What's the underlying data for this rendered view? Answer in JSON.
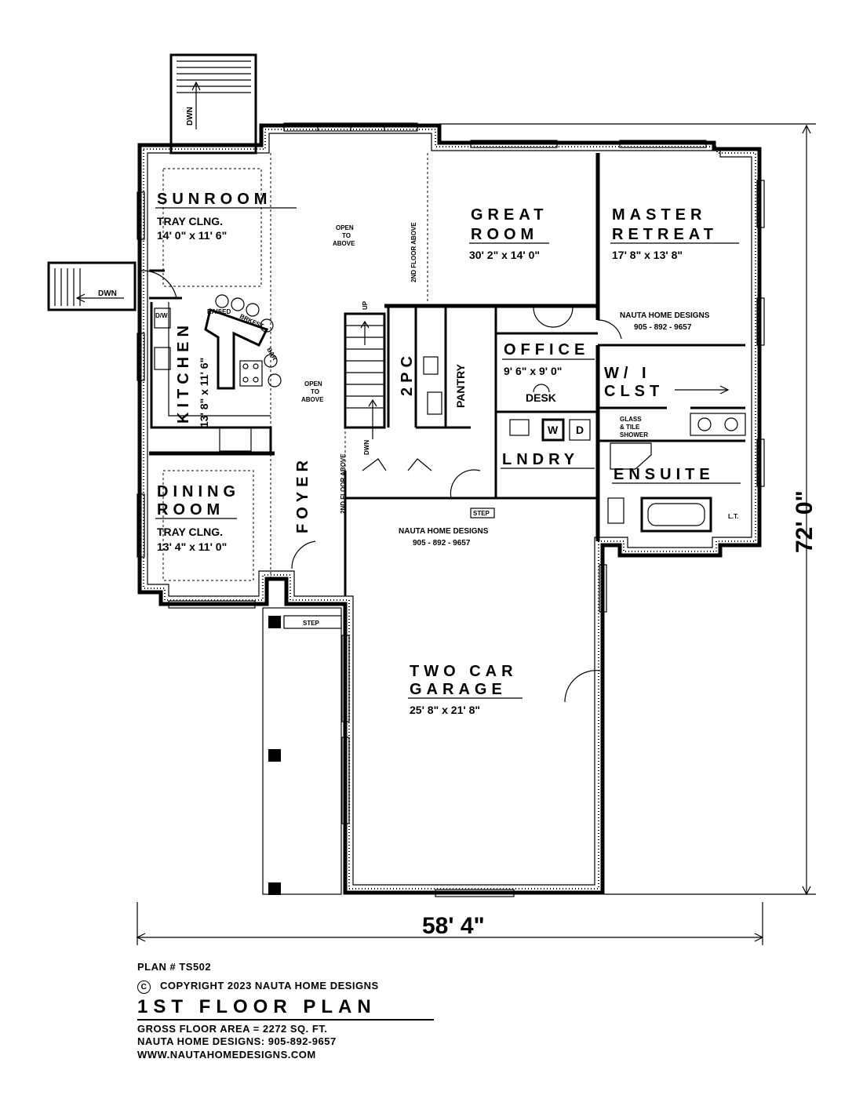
{
  "rooms": {
    "sunroom": {
      "name": "SUNROOM",
      "note": "TRAY CLNG.",
      "size": "14' 0\" x 11' 6\""
    },
    "great_room": {
      "name1": "GREAT",
      "name2": "ROOM",
      "size": "30' 2\" x 14' 0\""
    },
    "master": {
      "name1": "MASTER",
      "name2": "RETREAT",
      "size": "17' 8\" x 13' 8\""
    },
    "kitchen": {
      "name": "KITCHEN",
      "size": "13' 8\" x 11' 6\""
    },
    "office": {
      "name": "OFFICE",
      "size": "9' 6\" x 9' 0\"",
      "desk": "DESK"
    },
    "wic": {
      "name1": "W/ I",
      "name2": "CLST"
    },
    "two_pc": "2PC",
    "pantry": "PANTRY",
    "laundry": {
      "name": "LNDRY",
      "w": "W",
      "d": "D"
    },
    "ensuite": {
      "name": "ENSUITE",
      "shower1": "GLASS",
      "shower2": "& TILE",
      "shower3": "SHOWER",
      "lt": "L.T."
    },
    "dining": {
      "name1": "DINING",
      "name2": "ROOM",
      "note": "TRAY CLNG.",
      "size": "13' 4\" x 11' 0\""
    },
    "foyer": "FOYER",
    "garage": {
      "name1": "TWO CAR",
      "name2": "GARAGE",
      "size": "25' 8\" x 21' 8\""
    }
  },
  "labels": {
    "dwn": "DWN",
    "up": "UP",
    "open1": "OPEN",
    "open2": "TO",
    "open3": "ABOVE",
    "second_floor_above": "2ND FLOOR ABOVE",
    "raised": "RAISED",
    "brkfst": "BRKFST",
    "bar": "BAR",
    "dw": "D/W",
    "step": "STEP"
  },
  "watermark": {
    "company": "NAUTA HOME DESIGNS",
    "phone": "905 - 892 - 9657"
  },
  "dimensions": {
    "width": "58' 4\"",
    "height": "72' 0\""
  },
  "footer": {
    "plan_no": "PLAN # TS502",
    "copyright_symbol": "C",
    "copyright": "COPYRIGHT 2023 NAUTA HOME DESIGNS",
    "title": "1ST FLOOR PLAN",
    "gross_area": "GROSS  FLOOR AREA   =   2272   SQ. FT.",
    "contact": "NAUTA HOME DESIGNS:  905-892-9657",
    "website": "WWW.NAUTAHOMEDESIGNS.COM"
  }
}
